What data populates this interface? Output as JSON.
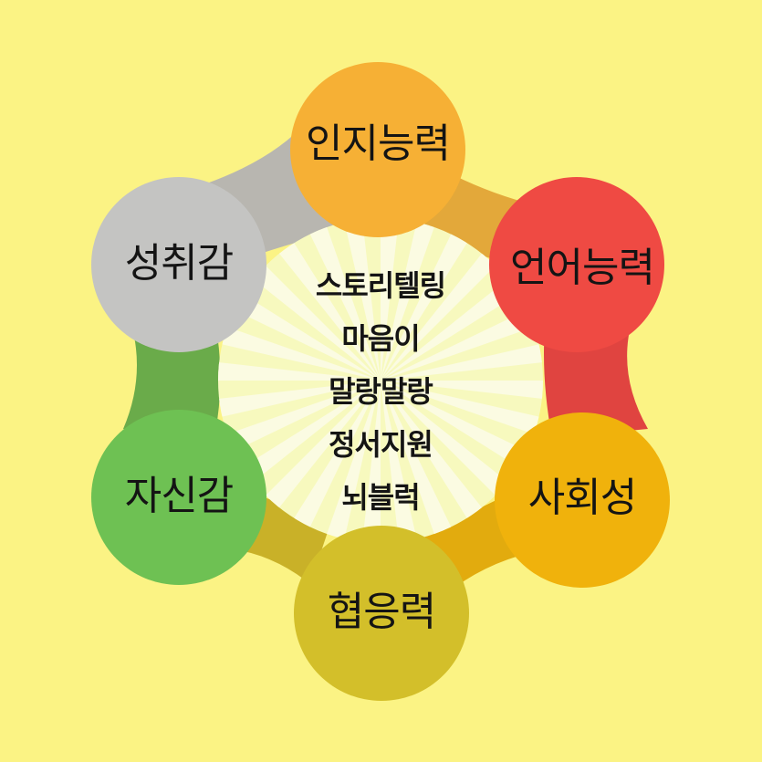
{
  "nodes": {
    "cognitive": {
      "label": "인지능력",
      "color": "#f6b035"
    },
    "language": {
      "label": "언어능력",
      "color": "#ef4a43"
    },
    "social": {
      "label": "사회성",
      "color": "#f0b20c"
    },
    "cooperation": {
      "label": "협응력",
      "color": "#d3bf2a"
    },
    "confidence": {
      "label": "자신감",
      "color": "#6ec153"
    },
    "achievement": {
      "label": "성취감",
      "color": "#c4c4c2"
    }
  },
  "center": {
    "lines": [
      "스토리텔링",
      "마음이",
      "말랑말랑",
      "정서지원",
      "뇌블럭"
    ],
    "background_color": "#f7f9be",
    "ray_color": "#fbfbe2"
  },
  "colors": {
    "background": "#fbf384",
    "text": "#141414"
  }
}
